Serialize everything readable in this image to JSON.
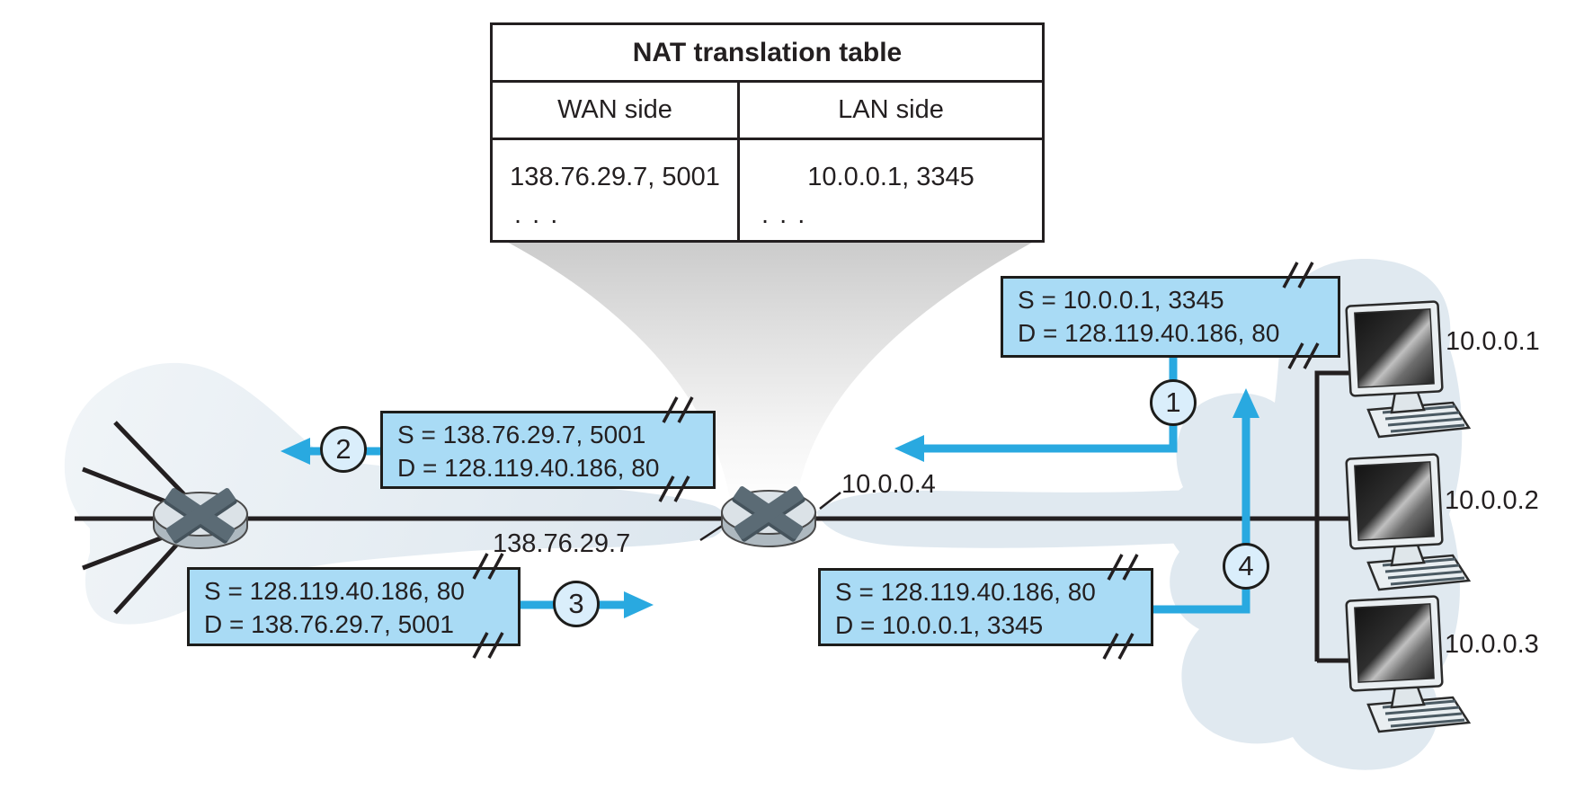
{
  "nat_table": {
    "title": "NAT translation table",
    "columns": [
      "WAN side",
      "LAN side"
    ],
    "rows": [
      [
        "138.76.29.7, 5001",
        "10.0.0.1, 3345"
      ],
      [
        ". . .",
        ". . ."
      ]
    ]
  },
  "packets": [
    {
      "step": "1",
      "source": "S = 10.0.0.1, 3345",
      "dest": "D = 128.119.40.186, 80"
    },
    {
      "step": "2",
      "source": "S = 138.76.29.7, 5001",
      "dest": "D = 128.119.40.186, 80"
    },
    {
      "step": "3",
      "source": "S = 128.119.40.186, 80",
      "dest": "D = 138.76.29.7, 5001"
    },
    {
      "step": "4",
      "source": "S = 128.119.40.186, 80",
      "dest": "D = 10.0.0.1, 3345"
    }
  ],
  "hosts": [
    {
      "ip": "10.0.0.1"
    },
    {
      "ip": "10.0.0.2"
    },
    {
      "ip": "10.0.0.3"
    }
  ],
  "router": {
    "lan_interface": "10.0.0.4",
    "wan_interface": "138.76.29.7"
  },
  "colors": {
    "packet_fill": "#a9dbf5",
    "arrow_blue": "#29a9e0",
    "cloud": "#e0e9f0",
    "ink": "#231f20"
  }
}
